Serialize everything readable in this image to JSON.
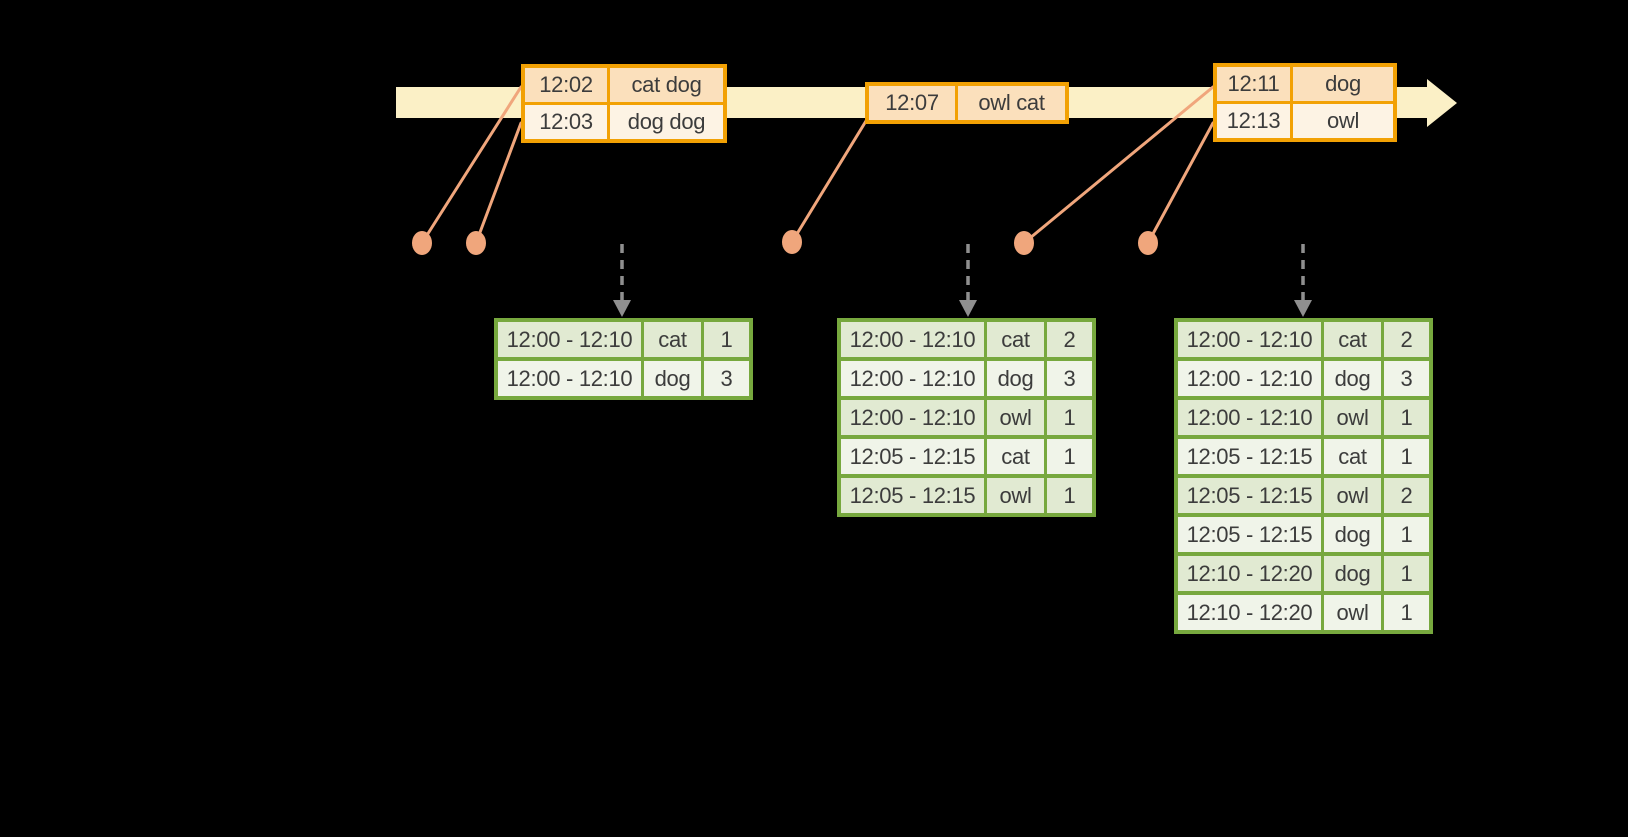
{
  "colors": {
    "timeline_fill": "#FBF0C6",
    "orange_border": "#F2A104",
    "orange_row_dark": "#FBE0BC",
    "orange_row_light": "#FDF3E4",
    "salmon": "#F0A67C",
    "gray_arrow": "#8F8F8F",
    "green_border": "#77A83E",
    "green_row_dark": "#E1EAD2",
    "green_row_light": "#F0F4E9",
    "text": "#3C3C3C",
    "background": "#000000"
  },
  "timeline": {
    "direction": "right"
  },
  "input_tables": [
    {
      "rows": [
        {
          "time": "12:02",
          "words": "cat dog"
        },
        {
          "time": "12:03",
          "words": "dog dog"
        }
      ]
    },
    {
      "rows": [
        {
          "time": "12:07",
          "words": "owl cat"
        }
      ]
    },
    {
      "rows": [
        {
          "time": "12:11",
          "words": "dog"
        },
        {
          "time": "12:13",
          "words": "owl"
        }
      ]
    }
  ],
  "result_tables": [
    {
      "rows": [
        {
          "window": "12:00 - 12:10",
          "word": "cat",
          "count": "1"
        },
        {
          "window": "12:00 - 12:10",
          "word": "dog",
          "count": "3"
        }
      ]
    },
    {
      "rows": [
        {
          "window": "12:00 - 12:10",
          "word": "cat",
          "count": "2"
        },
        {
          "window": "12:00 - 12:10",
          "word": "dog",
          "count": "3"
        },
        {
          "window": "12:00 - 12:10",
          "word": "owl",
          "count": "1"
        },
        {
          "window": "12:05 - 12:15",
          "word": "cat",
          "count": "1"
        },
        {
          "window": "12:05 - 12:15",
          "word": "owl",
          "count": "1"
        }
      ]
    },
    {
      "rows": [
        {
          "window": "12:00 - 12:10",
          "word": "cat",
          "count": "2"
        },
        {
          "window": "12:00 - 12:10",
          "word": "dog",
          "count": "3"
        },
        {
          "window": "12:00 - 12:10",
          "word": "owl",
          "count": "1"
        },
        {
          "window": "12:05 - 12:15",
          "word": "cat",
          "count": "1"
        },
        {
          "window": "12:05 - 12:15",
          "word": "owl",
          "count": "2"
        },
        {
          "window": "12:05 - 12:15",
          "word": "dog",
          "count": "1"
        },
        {
          "window": "12:10 - 12:20",
          "word": "dog",
          "count": "1"
        },
        {
          "window": "12:10 - 12:20",
          "word": "owl",
          "count": "1"
        }
      ]
    }
  ]
}
